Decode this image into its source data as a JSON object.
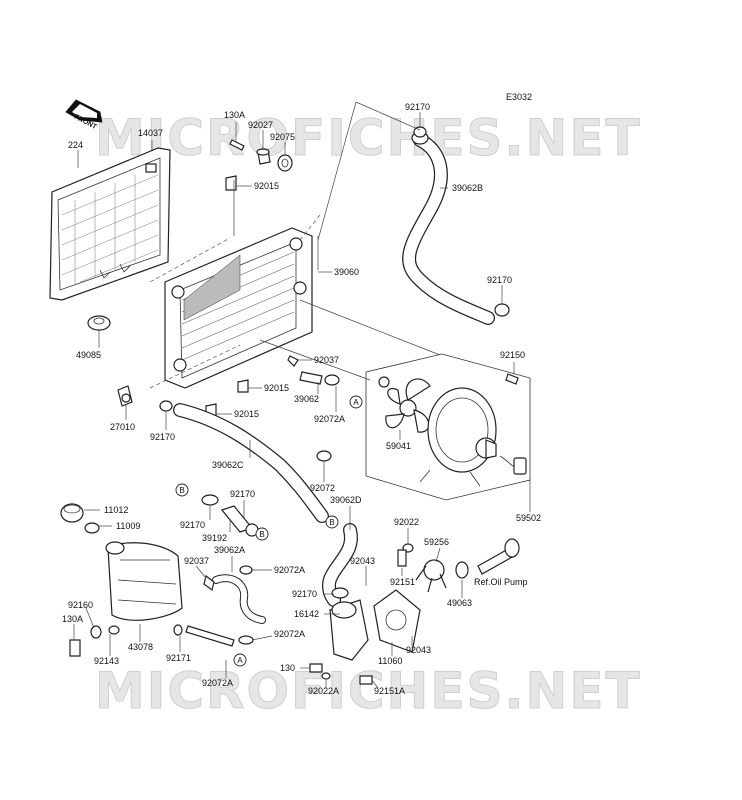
{
  "diagram_code": "E3032",
  "front_tag": "FRONT",
  "watermark": "MICROFICHES.NET",
  "labels": {
    "p224": "224",
    "p14037": "14037",
    "p130A_top": "130A",
    "p92027": "92027",
    "p92075": "92075",
    "p92015_top": "92015",
    "p92170_topright": "92170",
    "p39062B": "39062B",
    "p39060": "39060",
    "p92170_right": "92170",
    "p49085": "49085",
    "p92037_mid": "92037",
    "p92150": "92150",
    "p92015_mid": "92015",
    "p39062": "39062",
    "p92072A_mid": "92072A",
    "p27010": "27010",
    "p92015_low": "92015",
    "p92170_left": "92170",
    "p59041": "59041",
    "p39062C": "39062C",
    "p92072": "92072",
    "p11012": "11012",
    "p11009": "11009",
    "p92170_b": "92170",
    "p39062D": "39062D",
    "p92170_c": "92170",
    "p39192": "39192",
    "p59502": "59502",
    "p92022": "92022",
    "p39062A": "39062A",
    "p92037_low": "92037",
    "p92072A_low": "92072A",
    "p92043_a": "92043",
    "p59256": "59256",
    "p92151": "92151",
    "p92170_d": "92170",
    "p49063": "49063",
    "p_ref_oil": "Ref.Oil Pump",
    "p92160": "92160",
    "p16142": "16142",
    "p43078": "43078",
    "p130A_low": "130A",
    "p92072A_low2": "92072A",
    "p92143": "92143",
    "p92171": "92171",
    "p11060": "11060",
    "p92043_b": "92043",
    "p130": "130",
    "p92072A_bottom": "92072A",
    "p92022A": "92022A",
    "p92151A": "92151A"
  },
  "callouts": {
    "a": "A",
    "b": "B"
  }
}
